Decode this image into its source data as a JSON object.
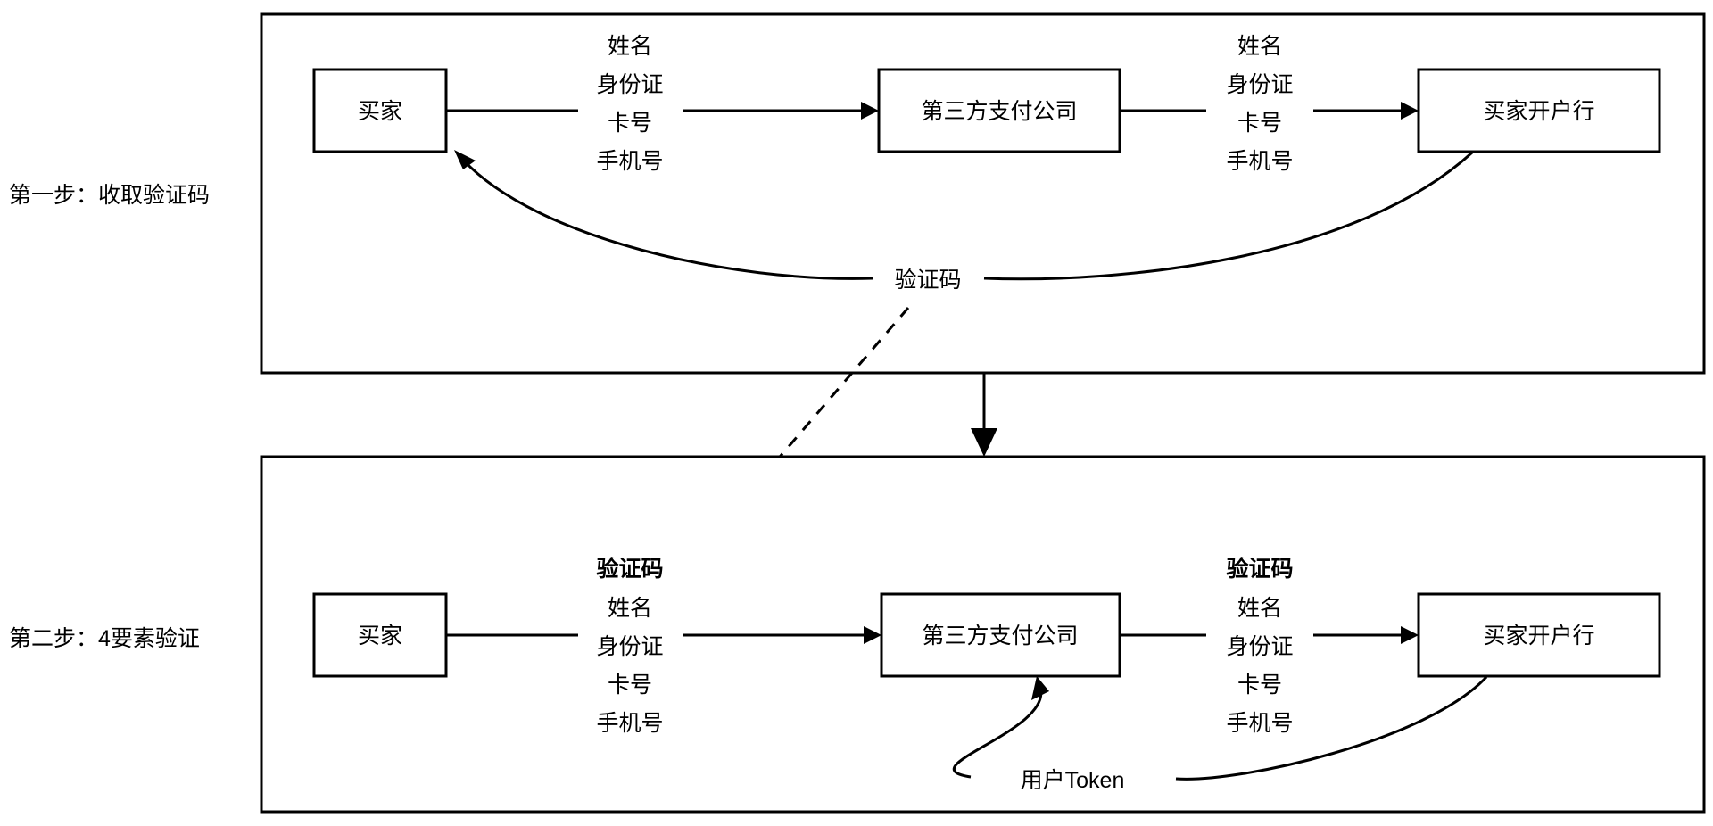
{
  "diagram": {
    "title_not_shown": "",
    "steps": [
      {
        "id": "step1",
        "label": "第一步：收取验证码",
        "nodes": [
          {
            "id": "s1-buyer",
            "label": "买家"
          },
          {
            "id": "s1-psp",
            "label": "第三方支付公司"
          },
          {
            "id": "s1-bank",
            "label": "买家开户行"
          }
        ],
        "edge_labels": {
          "buyer_to_psp": [
            "姓名",
            "身份证",
            "卡号",
            "手机号"
          ],
          "psp_to_bank": [
            "姓名",
            "身份证",
            "卡号",
            "手机号"
          ],
          "bank_back_to_buyer": "验证码"
        }
      },
      {
        "id": "step2",
        "label": "第二步：4要素验证",
        "nodes": [
          {
            "id": "s2-buyer",
            "label": "买家"
          },
          {
            "id": "s2-psp",
            "label": "第三方支付公司"
          },
          {
            "id": "s2-bank",
            "label": "买家开户行"
          }
        ],
        "edge_labels": {
          "buyer_to_psp_bold": "验证码",
          "buyer_to_psp": [
            "姓名",
            "身份证",
            "卡号",
            "手机号"
          ],
          "psp_to_bank_bold": "验证码",
          "psp_to_bank": [
            "姓名",
            "身份证",
            "卡号",
            "手机号"
          ],
          "bank_back_to_psp": "用户Token"
        }
      }
    ],
    "cross_step_link_label": "",
    "colors": {
      "stroke": "#000000",
      "fill": "#ffffff",
      "text": "#000000"
    }
  }
}
